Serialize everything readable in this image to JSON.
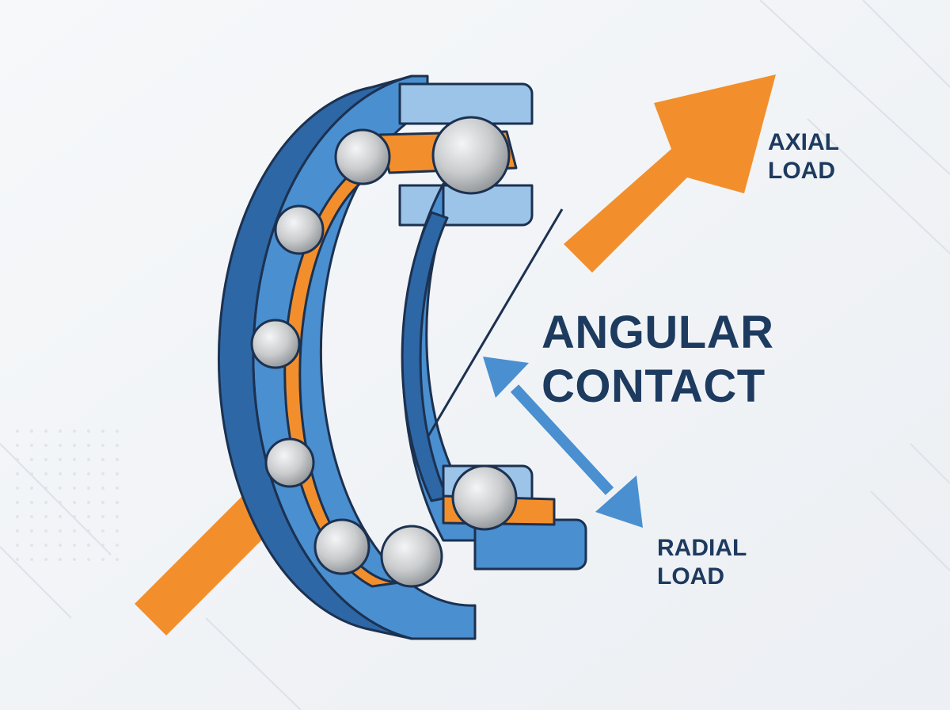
{
  "title": {
    "line1": "ANGULAR",
    "line2": "CONTACT"
  },
  "labels": {
    "axial": {
      "line1": "AXIAL",
      "line2": "LOAD"
    },
    "radial": {
      "line1": "RADIAL",
      "line2": "LOAD"
    }
  },
  "colors": {
    "background": "#f1f4f7",
    "text": "#1d3a5f",
    "ring_main": "#4a8fd0",
    "ring_dark": "#2d67a6",
    "ring_light": "#9cc4e8",
    "outline": "#1c3150",
    "cage": "#f28f2c",
    "ball": "#c9cbcd",
    "axial_arrow": "#f28f2c",
    "radial_arrow": "#4a8fd0",
    "contact_line": "#1c3150"
  },
  "icons": {
    "axial_arrow": "axial-load-arrow-icon",
    "radial_arrow": "radial-load-double-arrow-icon",
    "bearing": "angular-contact-bearing-cutaway-icon"
  }
}
